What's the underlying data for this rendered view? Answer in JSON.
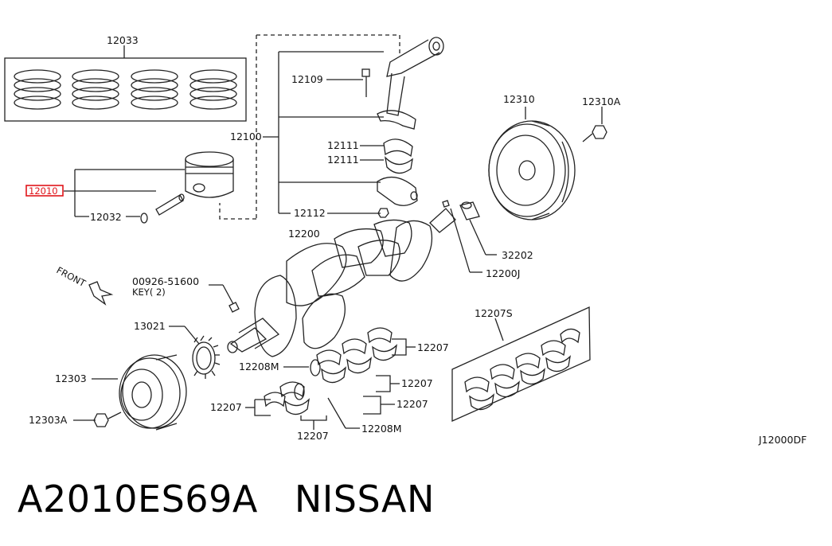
{
  "diagram": {
    "code": "J12000DF",
    "front_label": "FRONT",
    "labels": {
      "piston_ring_set": "12033",
      "piston": "12010",
      "snap_ring": "12032",
      "conrod_bolt": "12109",
      "conrod_assy": "12100",
      "conrod_bearing_upper": "12111",
      "conrod_bearing_lower": "12111",
      "conrod_nut": "12112",
      "crankshaft": "12200",
      "pilot_bushing": "32202",
      "crank_plug": "12200J",
      "key_part": "00926-51600",
      "key_note": "KEY( 2)",
      "sprocket": "13021",
      "pulley": "12303",
      "pulley_bolt": "12303A",
      "flywheel": "12310",
      "flywheel_bolt": "12310A",
      "main_bearing_set": "12207S",
      "main_bearing_1": "12207",
      "main_bearing_2": "12207",
      "main_bearing_3": "12207",
      "main_bearing_4": "12207",
      "main_bearing_5": "12207",
      "thrust_washer_1": "12208M",
      "thrust_washer_2": "12208M"
    },
    "highlight_color": "#e0151b"
  },
  "footer": {
    "part_number": "A2010ES69A",
    "brand": "NISSAN"
  }
}
